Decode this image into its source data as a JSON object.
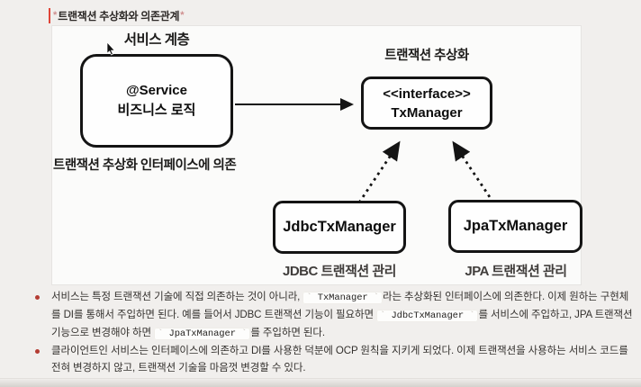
{
  "page": {
    "title": "트랜잭션 추상화와 의존관계",
    "title_marker": "*"
  },
  "diagram": {
    "service_layer_label": "서비스 계층",
    "service_box": {
      "line1": "@Service",
      "line2": "비즈니스 로직"
    },
    "abstraction_label": "트랜잭션 추상화",
    "interface_box": {
      "line1": "<<interface>>",
      "line2": "TxManager"
    },
    "dependency_label": "트랜잭션 추상화 인터페이스에 의존",
    "jdbc_box_label": "JdbcTxManager",
    "jpa_box_label": "JpaTxManager",
    "jdbc_caption": "JDBC 트랜잭션 관리",
    "jpa_caption": "JPA 트랜잭션 관리",
    "icons": {
      "cursor": "mouse-pointer-arrow"
    }
  },
  "bullets": [
    [
      {
        "t": "text",
        "v": "서비스는 특정 트랜잭션 기술에 직접 의존하는 것이 아니라, "
      },
      {
        "t": "code",
        "v": "TxManager"
      },
      {
        "t": "text",
        "v": "라는 추상화된 인터페이스에 의존한다. 이제 원하는 구현체를 DI를 통해서 주입하면 된다. 예를 들어서 JDBC 트랜잭션 기능이 필요하면 "
      },
      {
        "t": "code",
        "v": "JdbcTxManager"
      },
      {
        "t": "text",
        "v": "를 서비스에 주입하고, JPA 트랜잭션 기능으로 변경해야 하면 "
      },
      {
        "t": "code",
        "v": "JpaTxManager"
      },
      {
        "t": "text",
        "v": "를 주입하면 된다."
      }
    ],
    [
      {
        "t": "text",
        "v": "클라이언트인 서비스는 인터페이스에 의존하고 DI를 사용한 덕분에 OCP 원칙을 지키게 되었다. 이제 트랜잭션을 사용하는 서비스 코드를 전혀 변경하지 않고, 트랜잭션 기술을 마음껏 변경할 수 있다."
      }
    ]
  ],
  "colors": {
    "page_background": "#f1efed",
    "panel_background": "#fbfbfa",
    "box_border": "#141414",
    "bullet_dot": "#b43c33",
    "text_cursor": "#df4538",
    "markdown_marker": "#cf8f8f",
    "body_text": "#34312e",
    "backtick": "#c6c0ba"
  }
}
